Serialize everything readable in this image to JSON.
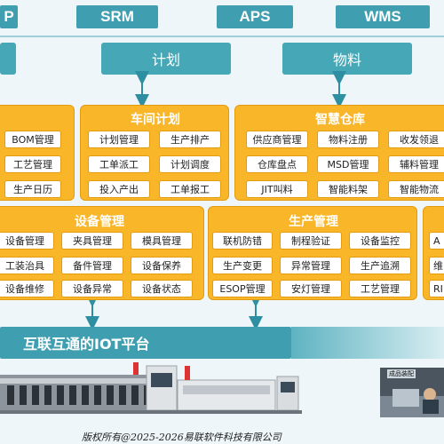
{
  "top_systems": [
    "P",
    "SRM",
    "APS",
    "WMS"
  ],
  "sub_labels": [
    "计划",
    "物料"
  ],
  "workshop": {
    "title": "车间计划",
    "cells": [
      "计划管理",
      "生产排产",
      "工单派工",
      "计划调度",
      "投入产出",
      "工单报工"
    ]
  },
  "left_top": {
    "cells": [
      "BOM管理",
      "工艺管理",
      "生产日历"
    ]
  },
  "warehouse": {
    "title": "智慧仓库",
    "cells": [
      "供应商管理",
      "物料注册",
      "收发领退",
      "仓库盘点",
      "MSD管理",
      "辅料管理",
      "JIT叫料",
      "智能料架",
      "智能物流"
    ]
  },
  "equipment": {
    "title": "设备管理",
    "cells": [
      "设备管理",
      "夹具管理",
      "模具管理",
      "工装治具",
      "备件管理",
      "设备保养",
      "设备维修",
      "设备异常",
      "设备状态"
    ]
  },
  "production": {
    "title": "生产管理",
    "cells": [
      "联机防错",
      "制程验证",
      "设备监控",
      "生产变更",
      "异常管理",
      "生产追溯",
      "ESOP管理",
      "安灯管理",
      "工艺管理"
    ]
  },
  "right_edge": {
    "cells": [
      "A",
      "维",
      "RI"
    ]
  },
  "iot": {
    "title": "互联互通的IOT平台"
  },
  "photo_label": "成品装配",
  "footer": "版权所有@2025-2026易联软件科技有限公司",
  "colors": {
    "teal": "#3f9fb0",
    "orange": "#f8b628",
    "background": "#eef6f9"
  }
}
